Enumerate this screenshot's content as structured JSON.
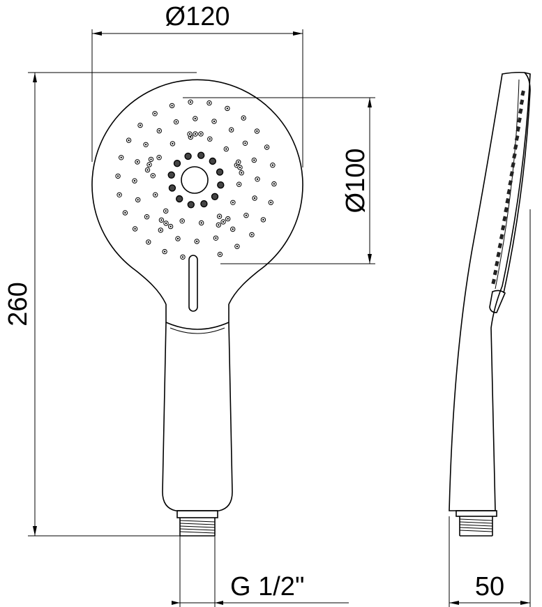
{
  "dimensions": {
    "head_outer_diameter": "Ø120",
    "head_inner_diameter": "Ø100",
    "total_height": "260",
    "thread": "G 1/2\"",
    "depth": "50"
  },
  "colors": {
    "line": "#000000",
    "background": "#ffffff"
  }
}
